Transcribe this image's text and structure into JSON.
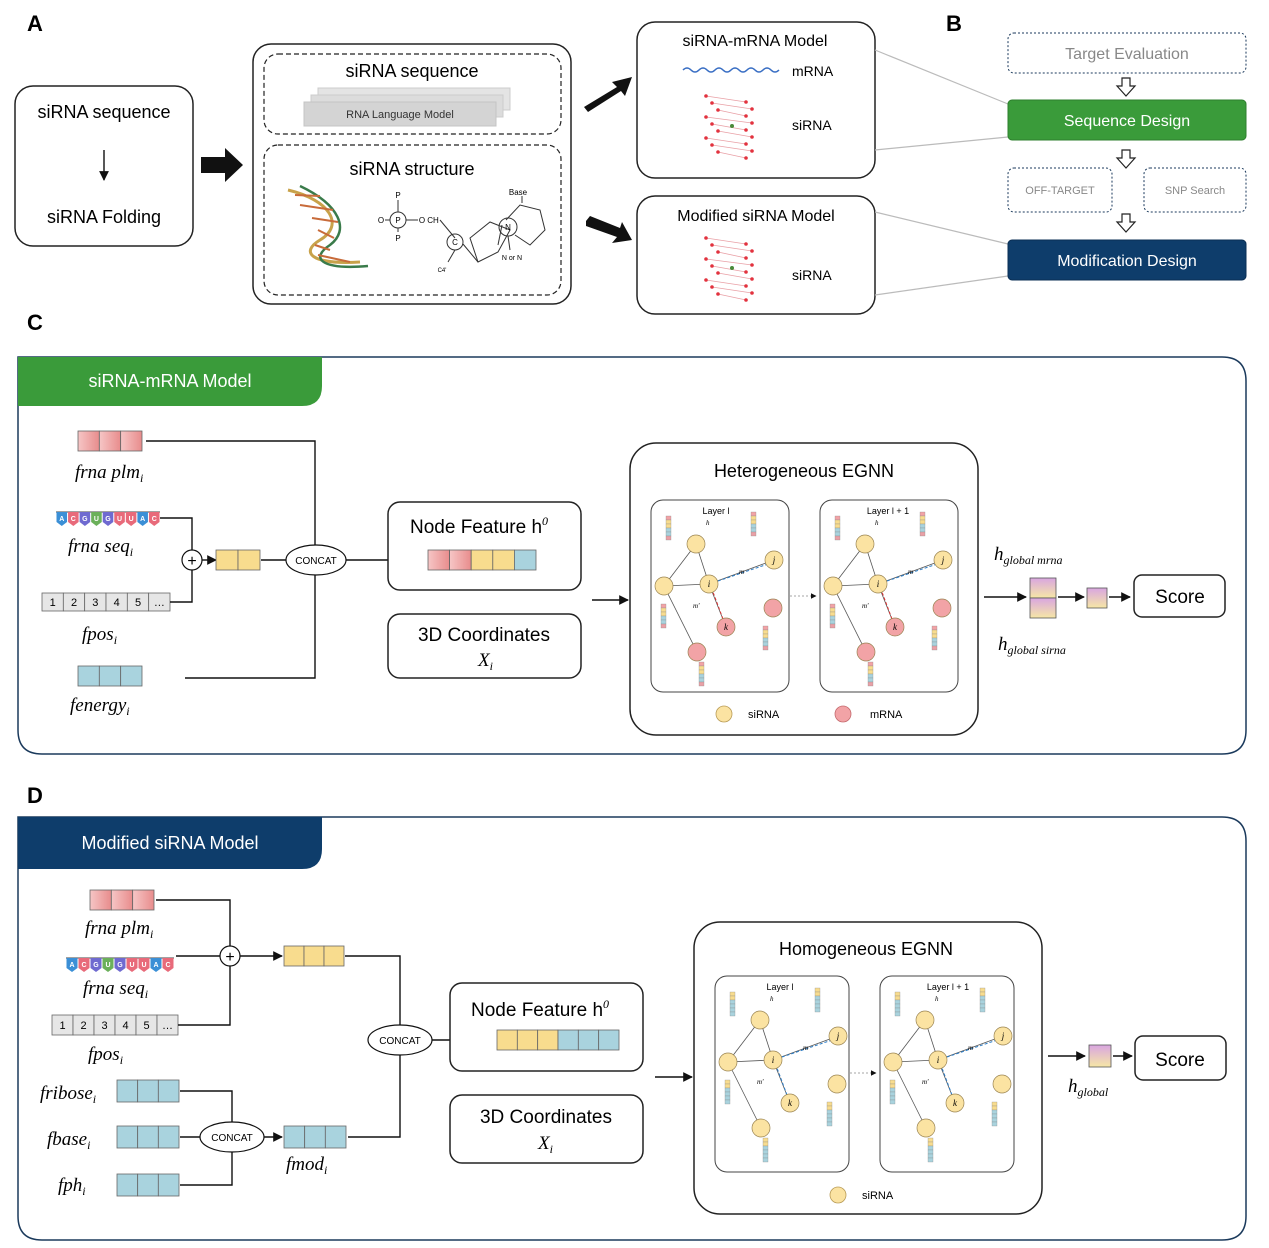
{
  "panel_labels": {
    "a": "A",
    "b": "B",
    "c": "C",
    "d": "D"
  },
  "panel_a": {
    "left_box": {
      "top": "siRNA sequence",
      "bottom": "siRNA Folding"
    },
    "seq_section": {
      "title": "siRNA sequence",
      "layer_label": "RNA Language Model"
    },
    "struct_section": {
      "title": "siRNA structure",
      "chem": {
        "base": "Base",
        "p": "P",
        "o": "O",
        "ch2": "CH",
        "c": "C",
        "c4": "C4'",
        "n": "N",
        "n_or": "N or N"
      }
    },
    "model_top": {
      "title": "siRNA-mRNA Model",
      "mrna": "mRNA",
      "sirna": "siRNA"
    },
    "model_bottom": {
      "title": "Modified siRNA Model",
      "sirna": "siRNA"
    }
  },
  "panel_b": {
    "target_eval": "Target Evaluation",
    "seq_design": "Sequence Design",
    "off_target": "OFF-TARGET",
    "snp_search": "SNP Search",
    "mod_design": "Modification Design"
  },
  "panel_c": {
    "tab": "siRNA-mRNA Model",
    "inputs": {
      "plm": "frna plm",
      "seq": "frna seq",
      "pos": "fpos",
      "energy": "fenergy",
      "sub": "i"
    },
    "seq_letters": [
      "A",
      "C",
      "G",
      "U",
      "G",
      "U",
      "U",
      "A",
      "C"
    ],
    "pos_cells": [
      "1",
      "2",
      "3",
      "4",
      "5",
      "…"
    ],
    "concat": "CONCAT",
    "plus": "+",
    "node_feature": "Node Feature h",
    "node_sup": "0",
    "coords_title": "3D Coordinates",
    "coords_sym": "X",
    "coords_sub": "i",
    "egnn_title": "Heterogeneous EGNN",
    "layer_a": "Layer l",
    "layer_b": "Layer l + 1",
    "legend_sirna": "siRNA",
    "legend_mrna": "mRNA",
    "global_mrna": "h",
    "global_mrna_sub": "global mrna",
    "global_sirna_sub": "global sirna",
    "score": "Score"
  },
  "panel_d": {
    "tab": "Modified siRNA Model",
    "inputs": {
      "plm": "frna plm",
      "seq": "frna seq",
      "pos": "fpos",
      "ribose": "fribose",
      "base": "fbase",
      "ph": "fph",
      "mod": "fmod",
      "sub": "i"
    },
    "concat": "CONCAT",
    "plus": "+",
    "node_feature": "Node Feature h",
    "node_sup": "0",
    "coords_title": "3D Coordinates",
    "coords_sym": "X",
    "coords_sub": "i",
    "egnn_title": "Homogeneous EGNN",
    "layer_a": "Layer l",
    "layer_b": "Layer l + 1",
    "legend_sirna": "siRNA",
    "global": "h",
    "global_sub": "global",
    "score": "Score"
  },
  "graph_labels": {
    "i": "i",
    "j": "j",
    "k": "k",
    "m_ij": "m",
    "m_ik": "m'",
    "h": "h"
  },
  "colors": {
    "green": "#3a9b3a",
    "navy": "#0e3d6b",
    "pink": "#ec9a9a",
    "yellow": "#f8dc8e",
    "blue": "#a9d3de",
    "sirna_node": "#fbe3a2",
    "mrna_node": "#f2a3a6"
  }
}
